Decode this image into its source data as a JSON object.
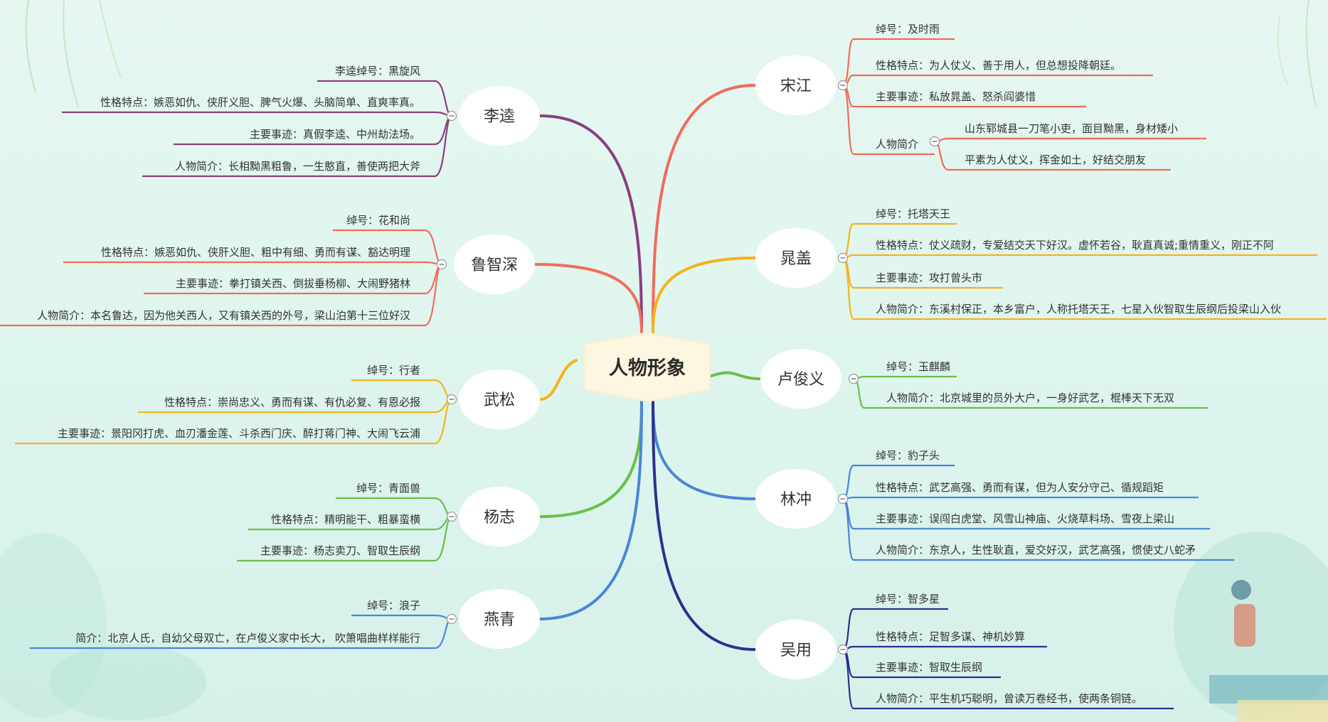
{
  "center": {
    "title": "人物形象",
    "fill": "#fdf6e0"
  },
  "branches": [
    {
      "name": "李逵",
      "color": "#8b3f7f",
      "side": "left",
      "leaves": [
        {
          "text": "李逵绰号：黑旋风"
        },
        {
          "text": "性格特点：嫉恶如仇、侠肝义胆、脾气火爆、头脑简单、直爽率真。"
        },
        {
          "text": "主要事迹：真假李逵、中州劫法场。"
        },
        {
          "text": "人物简介：长相黝黑粗鲁，一生憨直，善使两把大斧"
        }
      ]
    },
    {
      "name": "鲁智深",
      "color": "#f06e5a",
      "side": "left",
      "leaves": [
        {
          "text": "绰号：花和尚"
        },
        {
          "text": "性格特点：嫉恶如仇、侠肝义胆、粗中有细、勇而有谋、豁达明理"
        },
        {
          "text": "主要事迹：拳打镇关西、倒拔垂杨柳、大闹野猪林"
        },
        {
          "text": "人物简介：本名鲁达，因为他关西人，又有镇关西的外号，梁山泊第十三位好汉"
        }
      ]
    },
    {
      "name": "武松",
      "color": "#f5b21c",
      "side": "left",
      "leaves": [
        {
          "text": "绰号：行者"
        },
        {
          "text": "性格特点：崇尚忠义、勇而有谋、有仇必复、有恩必报"
        },
        {
          "text": "主要事迹：景阳冈打虎、血刃潘金莲、斗杀西门庆、醉打蒋门神、大闹飞云浦"
        }
      ]
    },
    {
      "name": "杨志",
      "color": "#6abf4b",
      "side": "left",
      "leaves": [
        {
          "text": "绰号：青面兽"
        },
        {
          "text": "性格特点：精明能干、粗暴蛮横"
        },
        {
          "text": "主要事迹：杨志卖刀、智取生辰纲"
        }
      ]
    },
    {
      "name": "燕青",
      "color": "#4a86d8",
      "side": "left",
      "leaves": [
        {
          "text": "绰号：浪子"
        },
        {
          "text": "简介：北京人氏，自幼父母双亡，在卢俊义家中长大，   吹箫唱曲样样能行"
        }
      ]
    },
    {
      "name": "宋江",
      "color": "#f06b5b",
      "side": "right",
      "leaves": [
        {
          "text": "绰号：及时雨"
        },
        {
          "text": "性格特点：为人仗义、善于用人，但总想投降朝廷。"
        },
        {
          "text": "主要事迹：私放晁盖、怒杀阎婆惜"
        },
        {
          "text": "人物简介",
          "children": [
            {
              "text": "山东郓城县一刀笔小吏，面目黝黑，身材矮小"
            },
            {
              "text": "平素为人仗义，挥金如土，好结交朋友"
            }
          ]
        }
      ]
    },
    {
      "name": "晁盖",
      "color": "#f5b21c",
      "side": "right",
      "leaves": [
        {
          "text": "绰号：托塔天王"
        },
        {
          "text": "性格特点：仗义疏财，专爱结交天下好汉。虚怀若谷，耿直真诚;重情重义，刚正不阿"
        },
        {
          "text": "主要事迹：攻打曾头市"
        },
        {
          "text": "人物简介：东溪村保正，本乡富户，人称托塔天王，七星入伙智取生辰纲后投梁山入伙"
        }
      ]
    },
    {
      "name": "卢俊义",
      "color": "#6abf4b",
      "side": "right",
      "leaves": [
        {
          "text": "绰号：玉麒麟"
        },
        {
          "text": "人物简介：北京城里的员外大户，一身好武艺，棍棒天下无双"
        }
      ]
    },
    {
      "name": "林冲",
      "color": "#4a86d8",
      "side": "right",
      "leaves": [
        {
          "text": "绰号：豹子头"
        },
        {
          "text": "性格特点：武艺高强、勇而有谋，但为人安分守己、循规蹈矩"
        },
        {
          "text": "主要事迹：误闯白虎堂、风雪山神庙、火烧草料场、雪夜上梁山"
        },
        {
          "text": "人物简介：东京人，生性耿直，爱交好汉，武艺高强，惯使丈八蛇矛"
        }
      ]
    },
    {
      "name": "吴用",
      "color": "#2f2f8c",
      "side": "right",
      "leaves": [
        {
          "text": "绰号：智多星"
        },
        {
          "text": "性格特点：足智多谋、神机妙算"
        },
        {
          "text": "主要事迹：智取生辰纲"
        },
        {
          "text": "人物简介：平生机巧聪明，曾读万卷经书，使两条铜链。"
        }
      ]
    }
  ]
}
